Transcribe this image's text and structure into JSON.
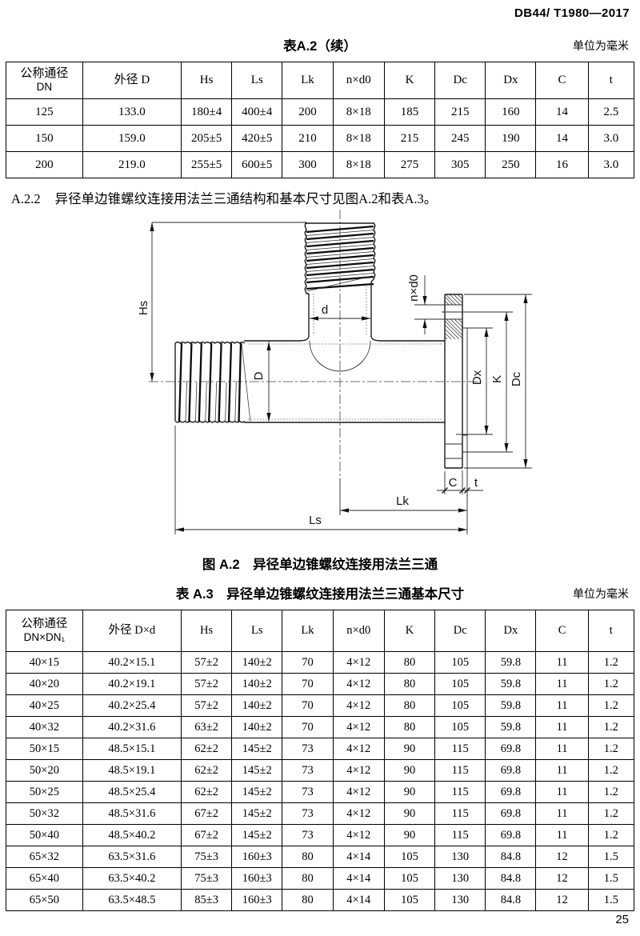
{
  "page": {
    "doc_code": "DB44/ T1980—2017",
    "page_number": "25"
  },
  "table_a2": {
    "title": "表A.2（续）",
    "unit_note": "单位为毫米",
    "header": {
      "col1": [
        "公称通径",
        "DN"
      ],
      "col2": "外径 D",
      "cols": [
        "Hs",
        "Ls",
        "Lk",
        "n×d0",
        "K",
        "Dc",
        "Dx",
        "C",
        "t"
      ]
    },
    "rows": [
      [
        "125",
        "133.0",
        "180±4",
        "400±4",
        "200",
        "8×18",
        "185",
        "215",
        "160",
        "14",
        "2.5"
      ],
      [
        "150",
        "159.0",
        "205±5",
        "420±5",
        "210",
        "8×18",
        "215",
        "245",
        "190",
        "14",
        "3.0"
      ],
      [
        "200",
        "219.0",
        "255±5",
        "600±5",
        "300",
        "8×18",
        "275",
        "305",
        "250",
        "16",
        "3.0"
      ]
    ]
  },
  "paragraph_a22": {
    "number": "A.2.2",
    "text": "异径单边锥螺纹连接用法兰三通结构和基本尺寸见图A.2和表A.3。"
  },
  "figure_a2": {
    "caption": "图 A.2　异径单边锥螺纹连接用法兰三通",
    "labels": {
      "hs": "Hs",
      "d": "d",
      "big_d": "D",
      "nxd0": "n×d0",
      "dx": "Dx",
      "k": "K",
      "dc": "Dc",
      "c": "C",
      "t": "t",
      "lk": "Lk",
      "ls": "Ls"
    }
  },
  "table_a3": {
    "title": "表 A.3　异径单边锥螺纹连接用法兰三通基本尺寸",
    "unit_note": "单位为毫米",
    "header": {
      "col1": [
        "公称通径",
        "DN×DN₁"
      ],
      "col2": "外径 D×d",
      "cols": [
        "Hs",
        "Ls",
        "Lk",
        "n×d0",
        "K",
        "Dc",
        "Dx",
        "C",
        "t"
      ]
    },
    "rows": [
      [
        "40×15",
        "40.2×15.1",
        "57±2",
        "140±2",
        "70",
        "4×12",
        "80",
        "105",
        "59.8",
        "11",
        "1.2"
      ],
      [
        "40×20",
        "40.2×19.1",
        "57±2",
        "140±2",
        "70",
        "4×12",
        "80",
        "105",
        "59.8",
        "11",
        "1.2"
      ],
      [
        "40×25",
        "40.2×25.4",
        "57±2",
        "140±2",
        "70",
        "4×12",
        "80",
        "105",
        "59.8",
        "11",
        "1.2"
      ],
      [
        "40×32",
        "40.2×31.6",
        "63±2",
        "140±2",
        "70",
        "4×12",
        "80",
        "105",
        "59.8",
        "11",
        "1.2"
      ],
      [
        "50×15",
        "48.5×15.1",
        "62±2",
        "145±2",
        "73",
        "4×12",
        "90",
        "115",
        "69.8",
        "11",
        "1.2"
      ],
      [
        "50×20",
        "48.5×19.1",
        "62±2",
        "145±2",
        "73",
        "4×12",
        "90",
        "115",
        "69.8",
        "11",
        "1.2"
      ],
      [
        "50×25",
        "48.5×25.4",
        "62±2",
        "145±2",
        "73",
        "4×12",
        "90",
        "115",
        "69.8",
        "11",
        "1.2"
      ],
      [
        "50×32",
        "48.5×31.6",
        "67±2",
        "145±2",
        "73",
        "4×12",
        "90",
        "115",
        "69.8",
        "11",
        "1.2"
      ],
      [
        "50×40",
        "48.5×40.2",
        "67±2",
        "145±2",
        "73",
        "4×12",
        "90",
        "115",
        "69.8",
        "11",
        "1.2"
      ],
      [
        "65×32",
        "63.5×31.6",
        "75±3",
        "160±3",
        "80",
        "4×14",
        "105",
        "130",
        "84.8",
        "12",
        "1.5"
      ],
      [
        "65×40",
        "63.5×40.2",
        "75±3",
        "160±3",
        "80",
        "4×14",
        "105",
        "130",
        "84.8",
        "12",
        "1.5"
      ],
      [
        "65×50",
        "63.5×48.5",
        "85±3",
        "160±3",
        "80",
        "4×14",
        "105",
        "130",
        "84.8",
        "12",
        "1.5"
      ]
    ]
  }
}
